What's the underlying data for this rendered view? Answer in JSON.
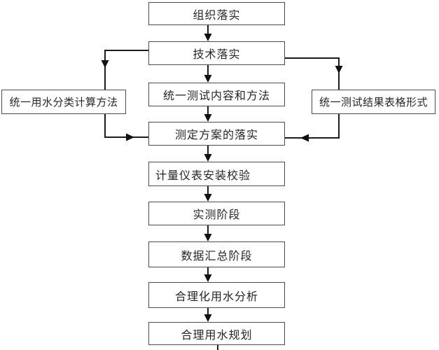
{
  "diagram": {
    "type": "flowchart",
    "background": "#ffffff",
    "colors": {
      "box_border": "#4c4c4c",
      "connector_line": "#1c1c1c",
      "arrowhead": "#111111",
      "text": "#262626"
    },
    "nodes": {
      "org": {
        "label": "组织落实"
      },
      "tech": {
        "label": "技术落实"
      },
      "content": {
        "label": "统一测试内容和方法"
      },
      "left": {
        "label": "统一用水分类计算方法"
      },
      "right": {
        "label": "统一测试结果表格形式"
      },
      "plan": {
        "label": "测定方案的落实"
      },
      "meter": {
        "label": "计量仪表安装校验"
      },
      "measure": {
        "label": "实测阶段"
      },
      "summary": {
        "label": "数据汇总阶段"
      },
      "analysis": {
        "label": "合理化用水分析"
      },
      "planning": {
        "label": "合理用水规划"
      }
    },
    "edges": [
      {
        "from": "org",
        "to": "tech",
        "style": "straight-down-arrow"
      },
      {
        "from": "tech",
        "to": "content",
        "style": "straight-down-arrow"
      },
      {
        "from": "tech",
        "to": "left",
        "style": "left-elbow-down-arrow"
      },
      {
        "from": "tech",
        "to": "right",
        "style": "right-elbow-down-arrow"
      },
      {
        "from": "content",
        "to": "plan",
        "style": "straight-down-arrow"
      },
      {
        "from": "left",
        "to": "plan",
        "style": "down-elbow-right-arrow"
      },
      {
        "from": "right",
        "to": "plan",
        "style": "down-elbow-left-arrow"
      },
      {
        "from": "plan",
        "to": "meter",
        "style": "straight-down-arrow"
      },
      {
        "from": "meter",
        "to": "measure",
        "style": "straight-down-arrow"
      },
      {
        "from": "measure",
        "to": "summary",
        "style": "straight-down-arrow"
      },
      {
        "from": "summary",
        "to": "analysis",
        "style": "straight-down-arrow"
      },
      {
        "from": "analysis",
        "to": "planning",
        "style": "straight-down-arrow"
      },
      {
        "from": "planning",
        "to": "bottom-edge-stub",
        "style": "short-line"
      }
    ]
  }
}
